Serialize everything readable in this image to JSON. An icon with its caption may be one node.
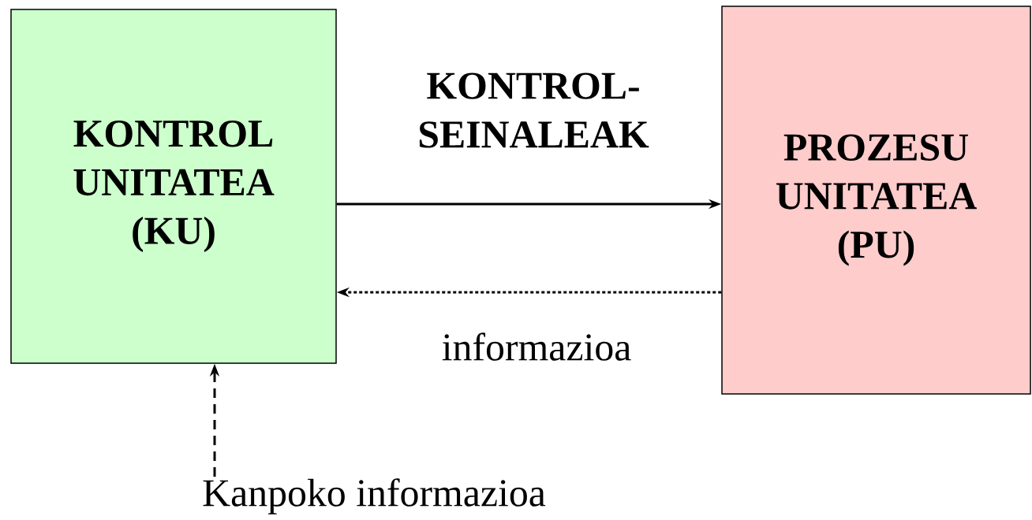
{
  "diagram": {
    "nodes": [
      {
        "text": [
          "KONTROL UNITATEA (KU)"
        ]
      },
      {
        "text": [
          "PROZESU UNITATEA (PU)"
        ]
      },
      {
        "text": [
          "Kanpoko informazioa"
        ]
      }
    ],
    "edges": [
      {
        "from": 0,
        "to": 1,
        "arrow": "to",
        "label": "KONTROL- SEINALEAK"
      },
      {
        "from": 1,
        "to": 0,
        "arrow": "to",
        "label": "informazioa",
        "style": "dashed"
      },
      {
        "from": 2,
        "to": 0,
        "arrow": "to",
        "style": "dashed"
      }
    ]
  }
}
